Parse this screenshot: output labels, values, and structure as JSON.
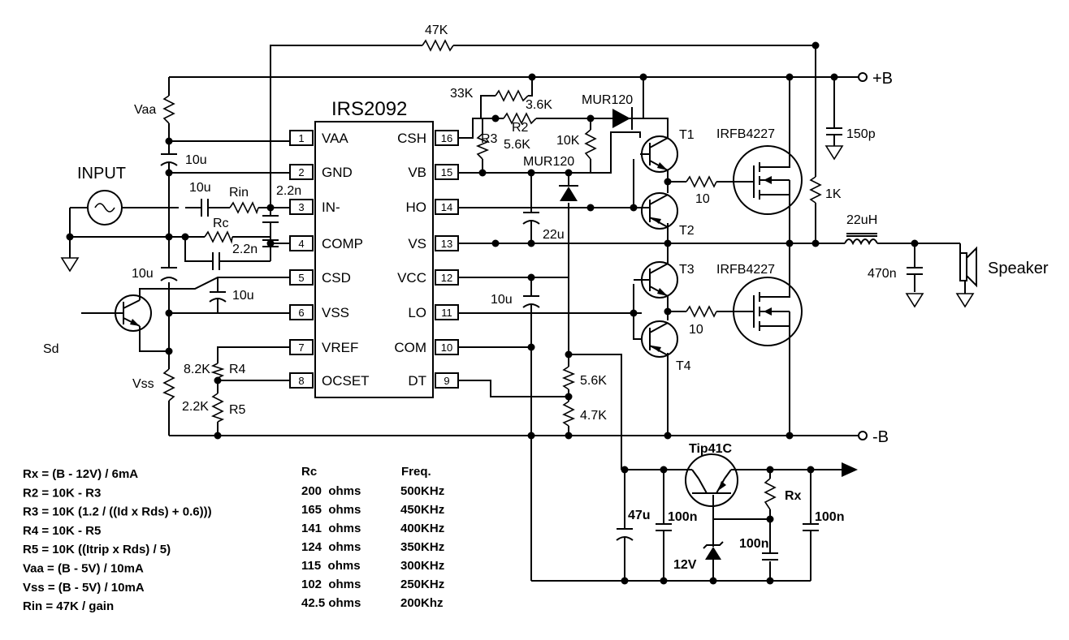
{
  "ic": {
    "name": "IRS2092",
    "left_pins": [
      {
        "num": "1",
        "label": "VAA"
      },
      {
        "num": "2",
        "label": "GND"
      },
      {
        "num": "3",
        "label": "IN-"
      },
      {
        "num": "4",
        "label": "COMP"
      },
      {
        "num": "5",
        "label": "CSD"
      },
      {
        "num": "6",
        "label": "VSS"
      },
      {
        "num": "7",
        "label": "VREF"
      },
      {
        "num": "8",
        "label": "OCSET"
      }
    ],
    "right_pins": [
      {
        "num": "16",
        "label": "CSH"
      },
      {
        "num": "15",
        "label": "VB"
      },
      {
        "num": "14",
        "label": "HO"
      },
      {
        "num": "13",
        "label": "VS"
      },
      {
        "num": "12",
        "label": "VCC"
      },
      {
        "num": "11",
        "label": "LO"
      },
      {
        "num": "10",
        "label": "COM"
      },
      {
        "num": "9",
        "label": "DT"
      }
    ]
  },
  "labels": {
    "feedback": "47K",
    "plus_b": "+B",
    "minus_b": "-B",
    "vaa": "Vaa",
    "vss": "Vss",
    "input": "INPUT",
    "sd": "Sd",
    "c_vaa": "10u",
    "c_in": "10u",
    "rin": "Rin",
    "c_in2": "2.2n",
    "rc": "Rc",
    "c_comp": "2.2n",
    "c_vss": "10u",
    "c_csd": "10u",
    "r4_val": "8.2K",
    "r4": "R4",
    "r5_val": "2.2K",
    "r5": "R5",
    "r33k": "33K",
    "r2_val": "3.6K",
    "r2": "R2",
    "r3": "R3",
    "r3_val": "5.6K",
    "diode1": "MUR120",
    "r10k": "10K",
    "diode2": "MUR120",
    "c_vb": "22u",
    "c_vcc": "10u",
    "t1": "T1",
    "t2": "T2",
    "t3": "T3",
    "t4": "T4",
    "r_g1": "10",
    "r_g2": "10",
    "mosfet1": "IRFB4227",
    "mosfet2": "IRFB4227",
    "c150p": "150p",
    "r1k": "1K",
    "inductor": "22uH",
    "c470n": "470n",
    "speaker": "Speaker",
    "r_dt1": "5.6K",
    "r_dt2": "4.7K",
    "tip": "Tip41C",
    "c47u": "47u",
    "c100n_a": "100n",
    "c100n_b": "100n",
    "c100n_c": "100n",
    "rx": "Rx",
    "zener": "12V"
  },
  "equations": [
    "Rx = (B - 12V) / 6mA",
    "R2 = 10K - R3",
    "R3 = 10K (1.2 / ((Id x Rds) + 0.6)))",
    "R4 = 10K - R5",
    "R5 = 10K ((Itrip x Rds) / 5)",
    "Vaa = (B - 5V) / 10mA",
    "Vss = (B - 5V) / 10mA",
    "Rin = 47K / gain"
  ],
  "freq_table": {
    "col_rc": "Rc",
    "col_freq": "Freq.",
    "rows": [
      {
        "rc": "200  ohms",
        "freq": "500KHz"
      },
      {
        "rc": "165  ohms",
        "freq": "450KHz"
      },
      {
        "rc": "141  ohms",
        "freq": "400KHz"
      },
      {
        "rc": "124  ohms",
        "freq": "350KHz"
      },
      {
        "rc": "115  ohms",
        "freq": "300KHz"
      },
      {
        "rc": "102  ohms",
        "freq": "250KHz"
      },
      {
        "rc": "42.5 ohms",
        "freq": "200Khz"
      }
    ]
  }
}
